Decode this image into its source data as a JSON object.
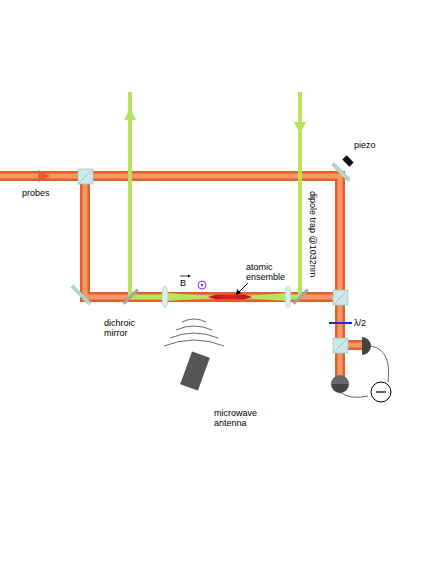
{
  "diagram": {
    "labels": [
      "probes",
      "piezo",
      "dipole trap @1032nm",
      "B",
      "atomic ensemble",
      "dichroic mirror",
      "microwave antenna",
      "λ/2"
    ]
  }
}
